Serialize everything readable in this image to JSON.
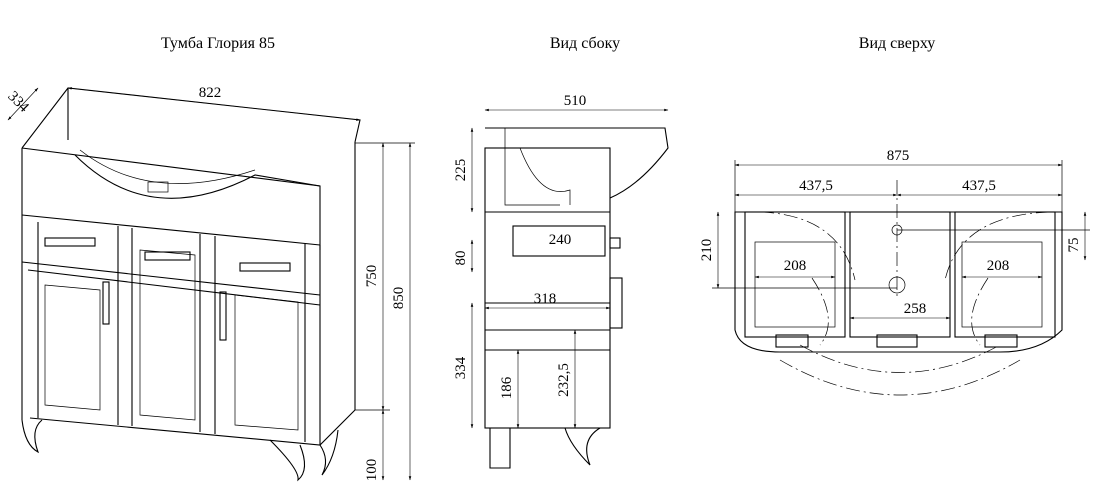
{
  "titles": {
    "front": "Тумба Глория 85",
    "side": "Вид сбоку",
    "top": "Вид сверху"
  },
  "front": {
    "dim_depth": "334",
    "dim_width": "822",
    "dim_height_body": "750",
    "dim_height_total": "850",
    "dim_legs": "100"
  },
  "side": {
    "dim_width": "510",
    "dim_top": "225",
    "dim_drawer_width": "240",
    "dim_drawer_height": "80",
    "dim_inner": "318",
    "dim_lower": "334",
    "dim_shelf1": "186",
    "dim_shelf2": "232,5"
  },
  "top": {
    "dim_total": "875",
    "dim_half_left": "437,5",
    "dim_half_right": "437,5",
    "dim_depth": "210",
    "dim_offset": "75",
    "dim_left_box": "208",
    "dim_right_box": "208",
    "dim_center": "258"
  }
}
